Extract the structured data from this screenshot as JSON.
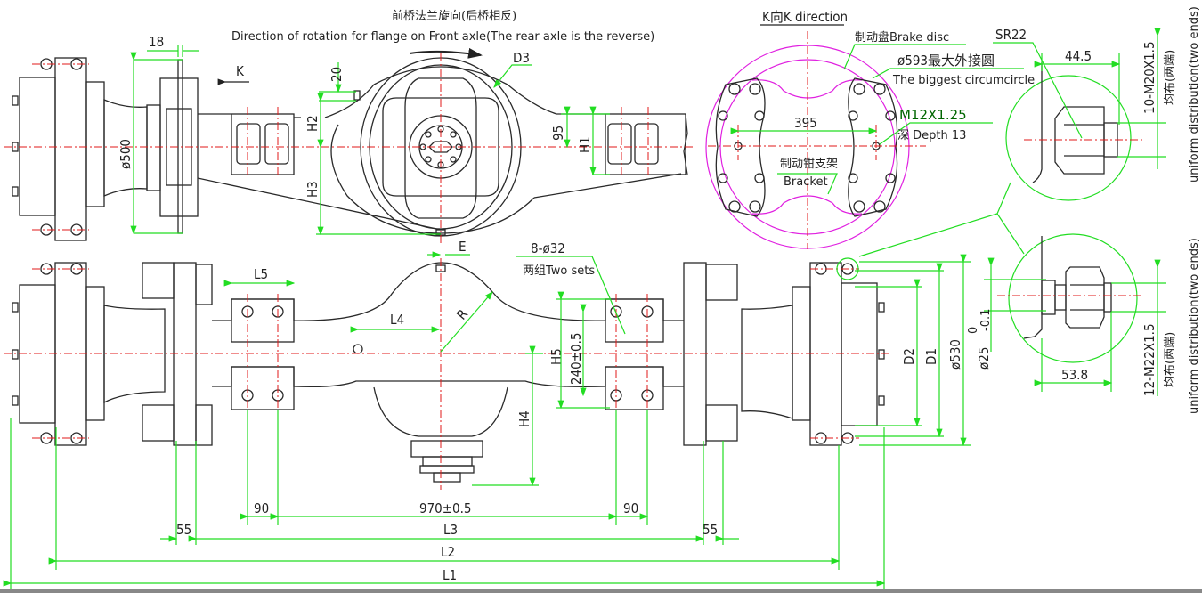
{
  "title_cn": "前桥法兰旋向(后桥相反)",
  "title_en": "Direction of rotation for flange on Front axle(The rear axle is the reverse)",
  "k_arrow": "K",
  "k_view": {
    "title": "K向K direction",
    "brake_disc": "制动盘Brake disc",
    "circumcircle_cn": "ø593最大外接圆",
    "circumcircle_en": "The biggest circumcircle",
    "span": "395",
    "bracket_cn": "制动钳支架",
    "bracket_en": "Bracket",
    "thread": "M12X1.25",
    "depth": "深 Depth 13"
  },
  "detail_top": {
    "sr": "SR22",
    "length": "44.5",
    "thread": "10-M20X1.5",
    "dist_cn": "均布(两端)",
    "dist_en": "uniform distribution(two ends)"
  },
  "detail_bottom": {
    "length": "53.8",
    "diameter": "ø25",
    "tol_upper": "0",
    "tol_lower": "-0.1",
    "thread": "12-M22X1.5",
    "dist_cn": "均布(两端)",
    "dist_en": "uniform distribution(two ends)"
  },
  "top_view": {
    "dim_18": "18",
    "dim_d500": "ø500",
    "dim_20": "20",
    "H2": "H2",
    "H3": "H3",
    "D3": "D3",
    "dim_95": "95",
    "H1": "H1",
    "E": "E"
  },
  "front_view": {
    "L5": "L5",
    "L4": "L4",
    "R": "R",
    "holes": "8-ø32",
    "holes_sets": "两组Two sets",
    "H5": "H5",
    "spacing": "240±0.5",
    "H4": "H4",
    "D2": "D2",
    "D1": "D1",
    "d530": "ø530"
  },
  "bottom_dims": {
    "left_90": "90",
    "center": "970±0.5",
    "right_90": "90",
    "left_55": "55",
    "L3": "L3",
    "right_55": "55",
    "L2": "L2",
    "L1": "L1"
  }
}
